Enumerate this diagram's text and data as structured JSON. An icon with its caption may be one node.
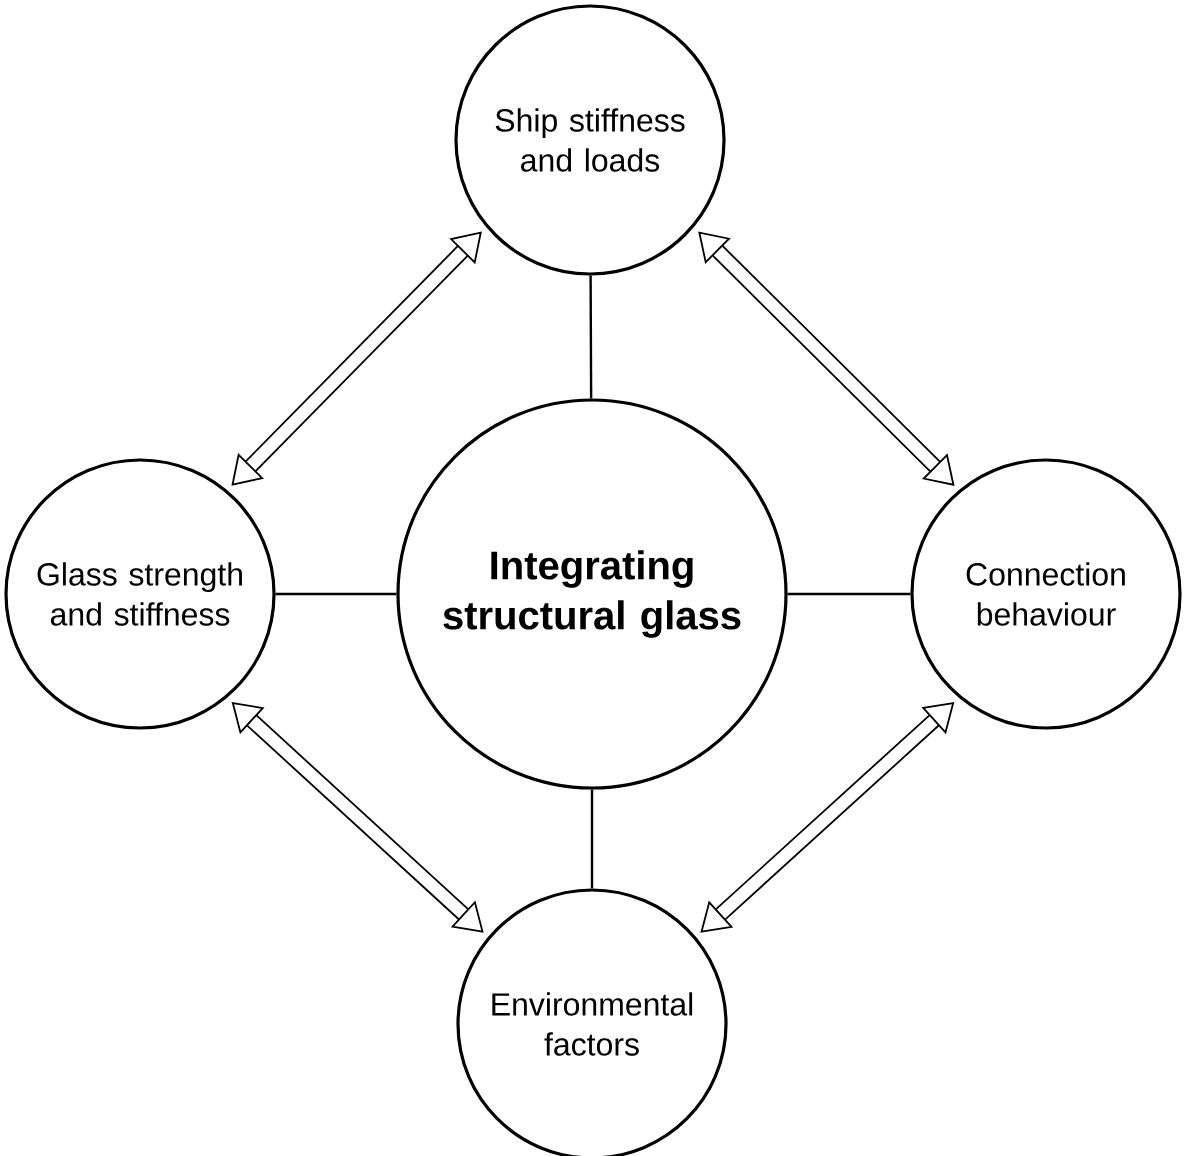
{
  "diagram": {
    "nodes": [
      {
        "text": [
          "Ship stiffness and loads"
        ]
      },
      {
        "text": [
          "Glass strength and stiffness"
        ]
      },
      {
        "text": [
          "Integrating structural glass"
        ]
      },
      {
        "text": [
          "Connection behaviour"
        ]
      },
      {
        "text": [
          "Environmental factors"
        ]
      }
    ],
    "edges": [
      {
        "from": 2,
        "to": 0,
        "arrow": "none"
      },
      {
        "from": 2,
        "to": 1,
        "arrow": "none"
      },
      {
        "from": 2,
        "to": 3,
        "arrow": "none"
      },
      {
        "from": 2,
        "to": 4,
        "arrow": "none"
      },
      {
        "from": 1,
        "to": 0,
        "arrow": "both",
        "style": "thick"
      },
      {
        "from": 0,
        "to": 3,
        "arrow": "both",
        "style": "thick"
      },
      {
        "from": 1,
        "to": 4,
        "arrow": "both",
        "style": "thick"
      },
      {
        "from": 4,
        "to": 3,
        "arrow": "both",
        "style": "thick"
      }
    ]
  }
}
